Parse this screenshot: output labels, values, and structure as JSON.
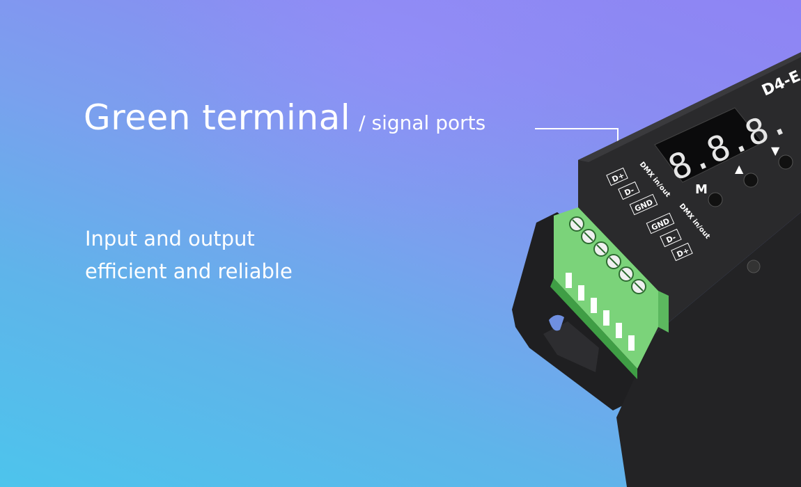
{
  "headline": {
    "main": "Green terminal",
    "sub": "/ signal ports"
  },
  "description": {
    "line1": "Input and output",
    "line2": "efficient and reliable"
  },
  "device": {
    "model_label": "D4-E",
    "display_digits": "8.8.8.",
    "button_labels": [
      "M",
      "▲",
      "▼"
    ],
    "port_group_label": "DMX in/out",
    "port_labels_top": [
      "D+",
      "D-",
      "GND"
    ],
    "port_labels_bottom": [
      "GND",
      "D-",
      "D+"
    ]
  },
  "colors": {
    "text": "#ffffff",
    "housing": "#2a2a2c",
    "terminal_green": "#7bd37a",
    "accent_bg_top": "#8f84f4",
    "accent_bg_bottom": "#4dc4ec"
  }
}
